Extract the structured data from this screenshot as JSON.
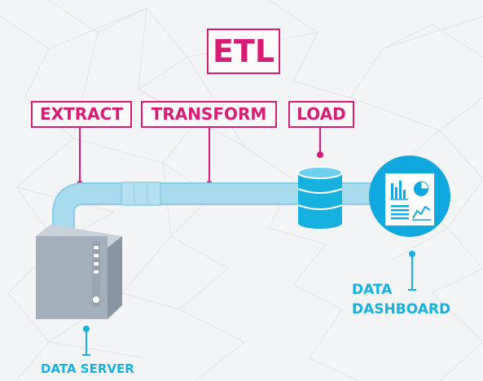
{
  "title": "ETL",
  "stages": {
    "extract": "EXTRACT",
    "transform": "TRANSFORM",
    "load": "LOAD"
  },
  "labels": {
    "dashboard_line1": "DATA",
    "dashboard_line2": "DASHBOARD",
    "server": "DATA SERVER"
  },
  "icons": {
    "server": "server-tower-icon",
    "database": "database-cylinder-icon",
    "dashboard": "dashboard-charts-icon"
  },
  "colors": {
    "accent": "#d81b74",
    "caption": "#17b1e0",
    "pipe": "#a9dbee",
    "pipe_outline": "#8dcbe3",
    "dashboard_circle": "#10a8df",
    "server_body": "#a3afbb"
  }
}
